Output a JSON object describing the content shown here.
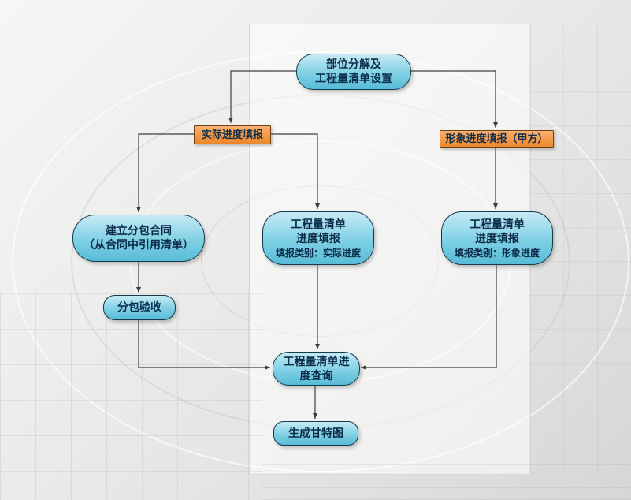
{
  "diagram": {
    "nodes": {
      "setup": {
        "line1": "部位分解及",
        "line2": "工程量清单设置"
      },
      "actual": {
        "label": "实际进度填报"
      },
      "visual": {
        "label": "形象进度填报（甲方）"
      },
      "subcontract": {
        "line1": "建立分包合同",
        "line2": "（从合同中引用清单）"
      },
      "boq_actual": {
        "line1": "工程量清单",
        "line2": "进度填报",
        "sub": "填报类别：实际进度"
      },
      "boq_visual": {
        "line1": "工程量清单",
        "line2": "进度填报",
        "sub": "填报类别：形象进度"
      },
      "acceptance": {
        "label": "分包验收"
      },
      "query": {
        "line1": "工程量清单进",
        "line2": "度查询"
      },
      "gantt": {
        "label": "生成甘特图"
      }
    },
    "colors": {
      "cyan_top": "#c6ebf5",
      "cyan_mid": "#7fd0e4",
      "cyan_bot": "#58bcd6",
      "node_border": "#16394e",
      "orange_top": "#fbb071",
      "orange_bot": "#ee8629",
      "orange_border": "#6b4413",
      "text": "#0a2b49",
      "line": "#3d3d3d"
    }
  }
}
